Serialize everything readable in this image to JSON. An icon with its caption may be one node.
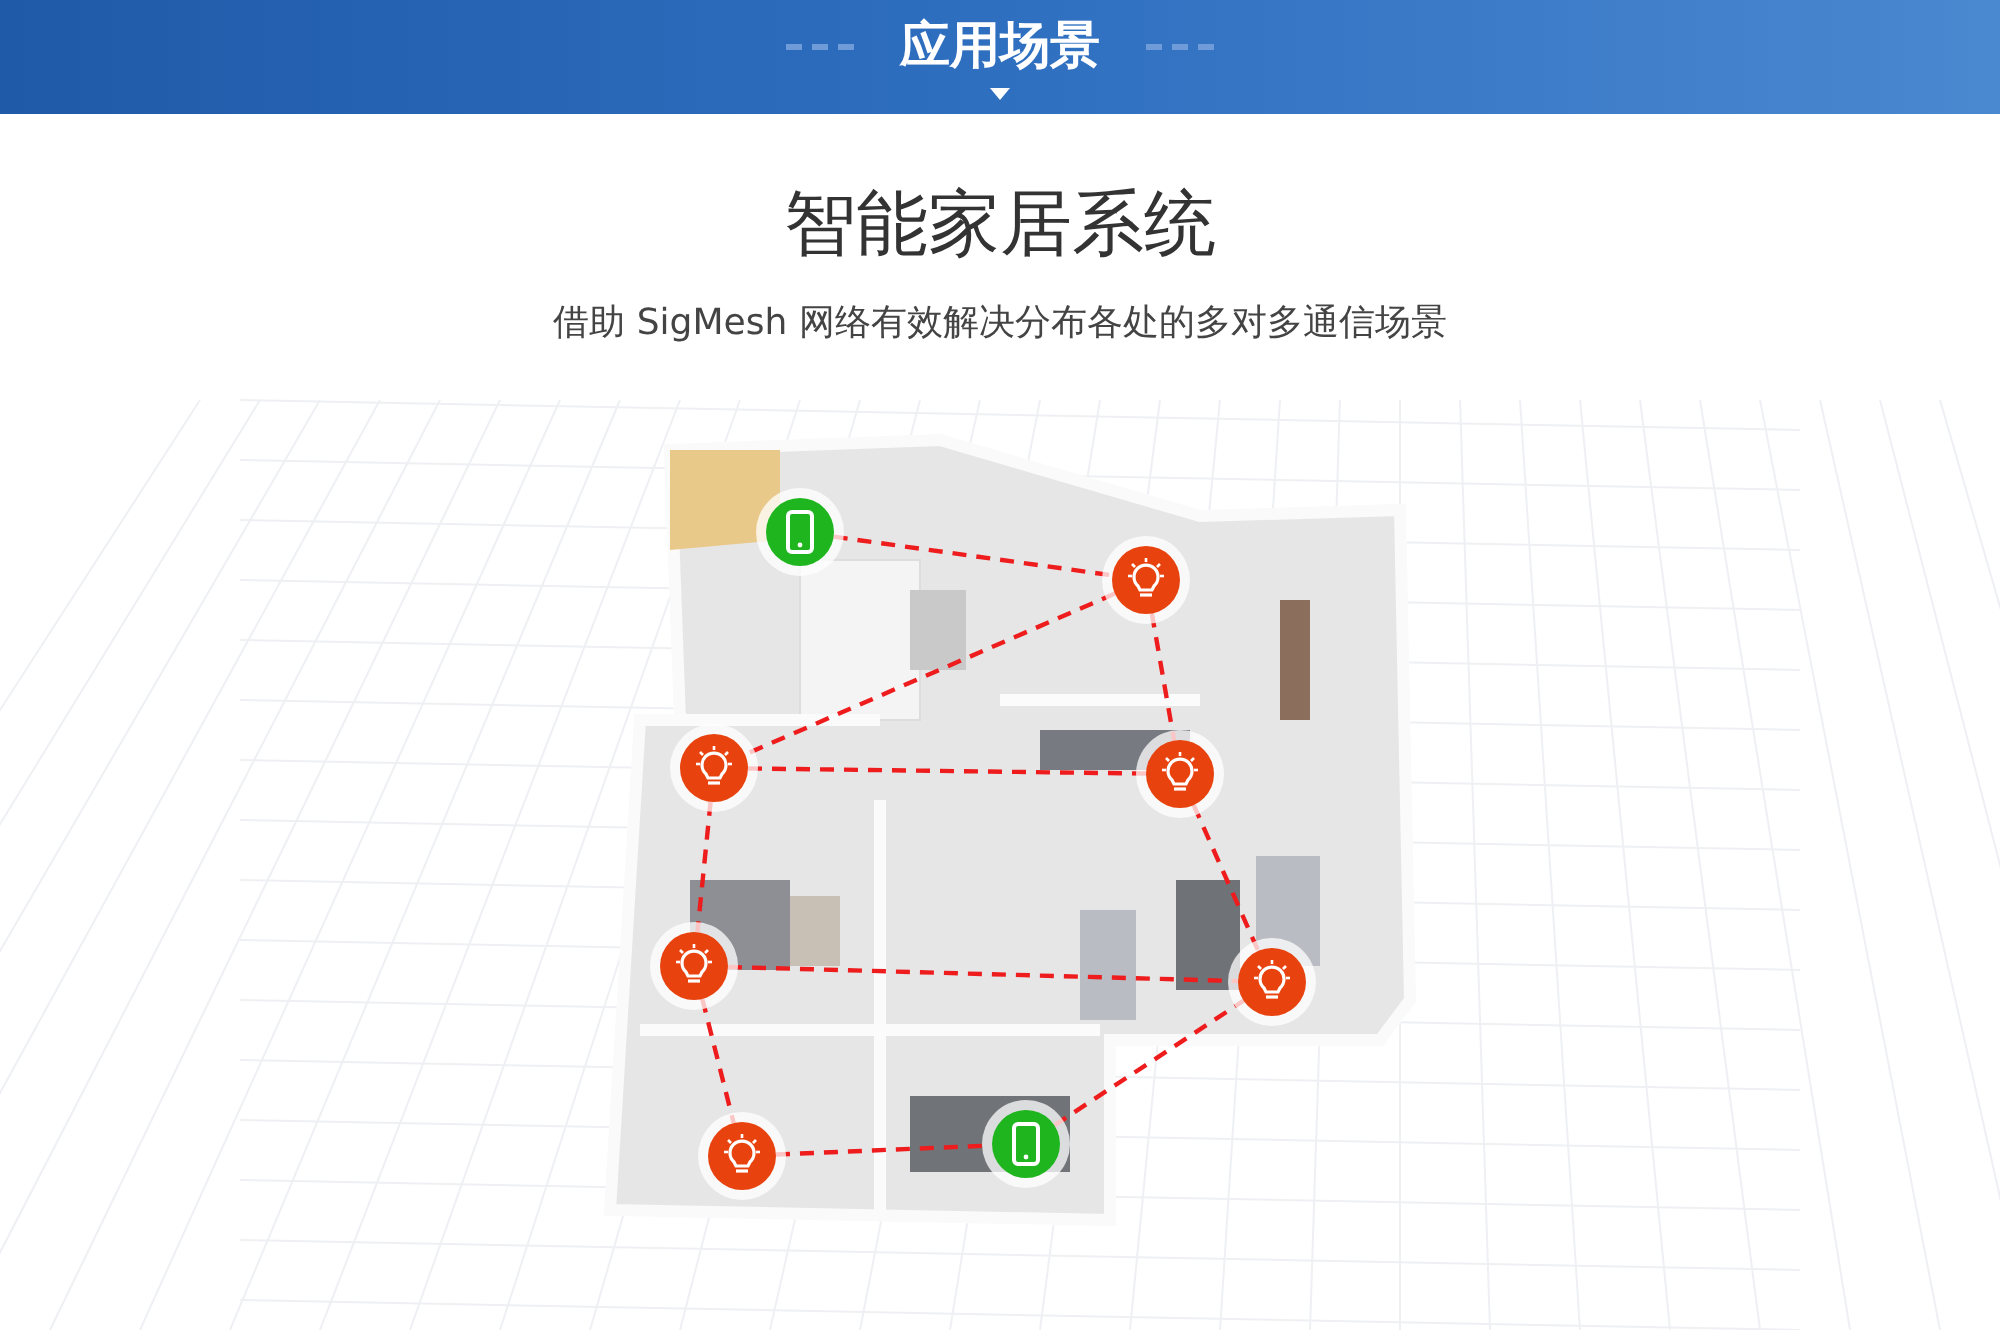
{
  "diagram": {
    "title": "智能家居系统",
    "nodes": [
      {
        "text": [],
        "shape": "phone"
      },
      {
        "text": [],
        "shape": "bulb"
      },
      {
        "text": [],
        "shape": "bulb"
      },
      {
        "text": [],
        "shape": "bulb"
      },
      {
        "text": [],
        "shape": "bulb"
      },
      {
        "text": [],
        "shape": "bulb"
      },
      {
        "text": [],
        "shape": "bulb"
      },
      {
        "text": [],
        "shape": "phone"
      }
    ],
    "edges": [
      {
        "from": 0,
        "to": 1,
        "arrow": "none",
        "style": "dashed"
      },
      {
        "from": 1,
        "to": 2,
        "arrow": "none",
        "style": "dashed"
      },
      {
        "from": 1,
        "to": 3,
        "arrow": "none",
        "style": "dashed"
      },
      {
        "from": 2,
        "to": 3,
        "arrow": "none",
        "style": "dashed"
      },
      {
        "from": 2,
        "to": 4,
        "arrow": "none",
        "style": "dashed"
      },
      {
        "from": 3,
        "to": 5,
        "arrow": "none",
        "style": "dashed"
      },
      {
        "from": 4,
        "to": 5,
        "arrow": "none",
        "style": "dashed"
      },
      {
        "from": 4,
        "to": 6,
        "arrow": "none",
        "style": "dashed"
      },
      {
        "from": 6,
        "to": 7,
        "arrow": "none",
        "style": "dashed"
      },
      {
        "from": 7,
        "to": 5,
        "arrow": "none",
        "style": "dashed"
      }
    ],
    "labels": [
      "应用场景",
      "借助 SigMesh 网络有效解决分布各处的多对多通信场景"
    ]
  }
}
